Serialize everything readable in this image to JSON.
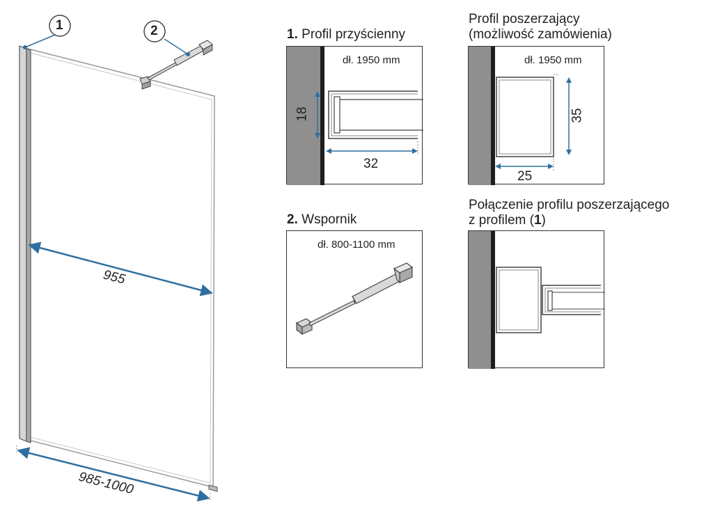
{
  "callouts": {
    "wall_profile_number": "1",
    "bracket_number": "2"
  },
  "main_dimensions": {
    "width_inner": "955",
    "width_total": "985-1000"
  },
  "sections": {
    "wall_profile": {
      "number": "1.",
      "title": "Profil przyścienny",
      "length": "dł. 1950 mm",
      "dim_vertical": "18",
      "dim_horizontal": "32"
    },
    "extension_profile": {
      "title_line1": "Profil poszerzający",
      "title_line2": "(możliwość zamówienia)",
      "length": "dł. 1950 mm",
      "dim_vertical": "35",
      "dim_horizontal": "25"
    },
    "bracket": {
      "number": "2.",
      "title": "Wspornik",
      "length": "dł. 800-1100 mm"
    },
    "connection": {
      "title_line1": "Połączenie profilu poszerzającego",
      "title_line2_prefix": "z profilem (",
      "title_line2_bold": "1",
      "title_line2_suffix": ")"
    }
  },
  "colors": {
    "dimension_blue": "#2f6f9f",
    "wall_gray": "#8f8f8f",
    "outline": "#333333"
  }
}
